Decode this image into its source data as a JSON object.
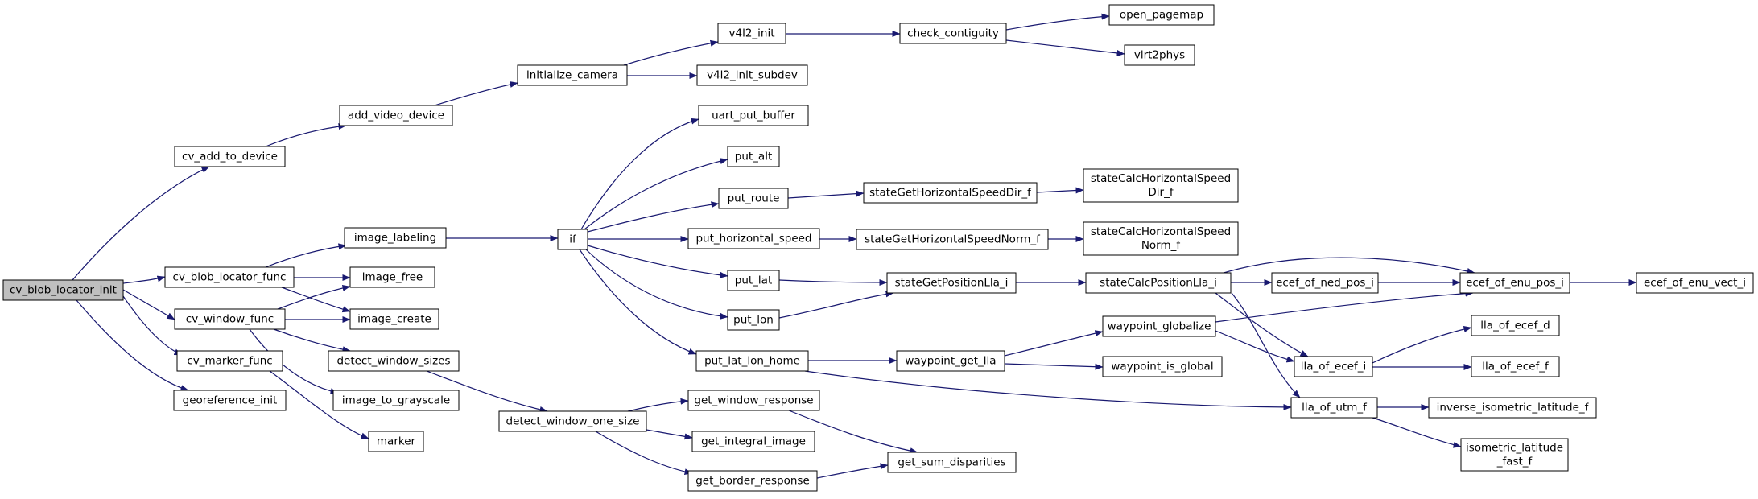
{
  "colors": {
    "edge": "#191970",
    "node_border": "#000000",
    "node_fill": "#ffffff",
    "root_fill": "#bfbfbf"
  },
  "nodes": {
    "n_root": [
      "cv_blob_locator_init"
    ],
    "n_cv_add": [
      "cv_add_to_device"
    ],
    "n_add_video": [
      "add_video_device"
    ],
    "n_init_cam": [
      "initialize_camera"
    ],
    "n_v4l2_init": [
      "v4l2_init"
    ],
    "n_v4l2_subdev": [
      "v4l2_init_subdev"
    ],
    "n_check_contig": [
      "check_contiguity"
    ],
    "n_open_pagemap": [
      "open_pagemap"
    ],
    "n_virt2phys": [
      "virt2phys"
    ],
    "n_blob_func": [
      "cv_blob_locator_func"
    ],
    "n_window_func": [
      "cv_window_func"
    ],
    "n_marker_func": [
      "cv_marker_func"
    ],
    "n_georef": [
      "georeference_init"
    ],
    "n_img_label": [
      "image_labeling"
    ],
    "n_img_free": [
      "image_free"
    ],
    "n_img_create": [
      "image_create"
    ],
    "n_detect_sizes": [
      "detect_window_sizes"
    ],
    "n_to_gray": [
      "image_to_grayscale"
    ],
    "n_marker": [
      "marker"
    ],
    "n_if": [
      "if"
    ],
    "n_uart": [
      "uart_put_buffer"
    ],
    "n_put_alt": [
      "put_alt"
    ],
    "n_put_route": [
      "put_route"
    ],
    "n_put_hspeed": [
      "put_horizontal_speed"
    ],
    "n_put_lat": [
      "put_lat"
    ],
    "n_put_lon": [
      "put_lon"
    ],
    "n_put_home": [
      "put_lat_lon_home"
    ],
    "n_sghsd": [
      "stateGetHorizontalSpeedDir_f"
    ],
    "n_schsd": [
      "stateCalcHorizontalSpeed",
      "Dir_f"
    ],
    "n_sghsn": [
      "stateGetHorizontalSpeedNorm_f"
    ],
    "n_schsn": [
      "stateCalcHorizontalSpeed",
      "Norm_f"
    ],
    "n_sgpl": [
      "stateGetPositionLla_i"
    ],
    "n_scpl": [
      "stateCalcPositionLla_i"
    ],
    "n_ecef_ned": [
      "ecef_of_ned_pos_i"
    ],
    "n_ecef_enu": [
      "ecef_of_enu_pos_i"
    ],
    "n_ecef_vect": [
      "ecef_of_enu_vect_i"
    ],
    "n_wp_glob": [
      "waypoint_globalize"
    ],
    "n_wp_get_lla": [
      "waypoint_get_lla"
    ],
    "n_wp_is_global": [
      "waypoint_is_global"
    ],
    "n_lla_ecef_i": [
      "lla_of_ecef_i"
    ],
    "n_lla_ecef_d": [
      "lla_of_ecef_d"
    ],
    "n_lla_ecef_f": [
      "lla_of_ecef_f"
    ],
    "n_lla_utm": [
      "lla_of_utm_f"
    ],
    "n_inv_iso": [
      "inverse_isometric_latitude_f"
    ],
    "n_iso_fast": [
      "isometric_latitude",
      "_fast_f"
    ],
    "n_detect_one": [
      "detect_window_one_size"
    ],
    "n_get_resp": [
      "get_window_response"
    ],
    "n_get_integral": [
      "get_integral_image"
    ],
    "n_get_border": [
      "get_border_response"
    ],
    "n_get_sum": [
      "get_sum_disparities"
    ]
  }
}
